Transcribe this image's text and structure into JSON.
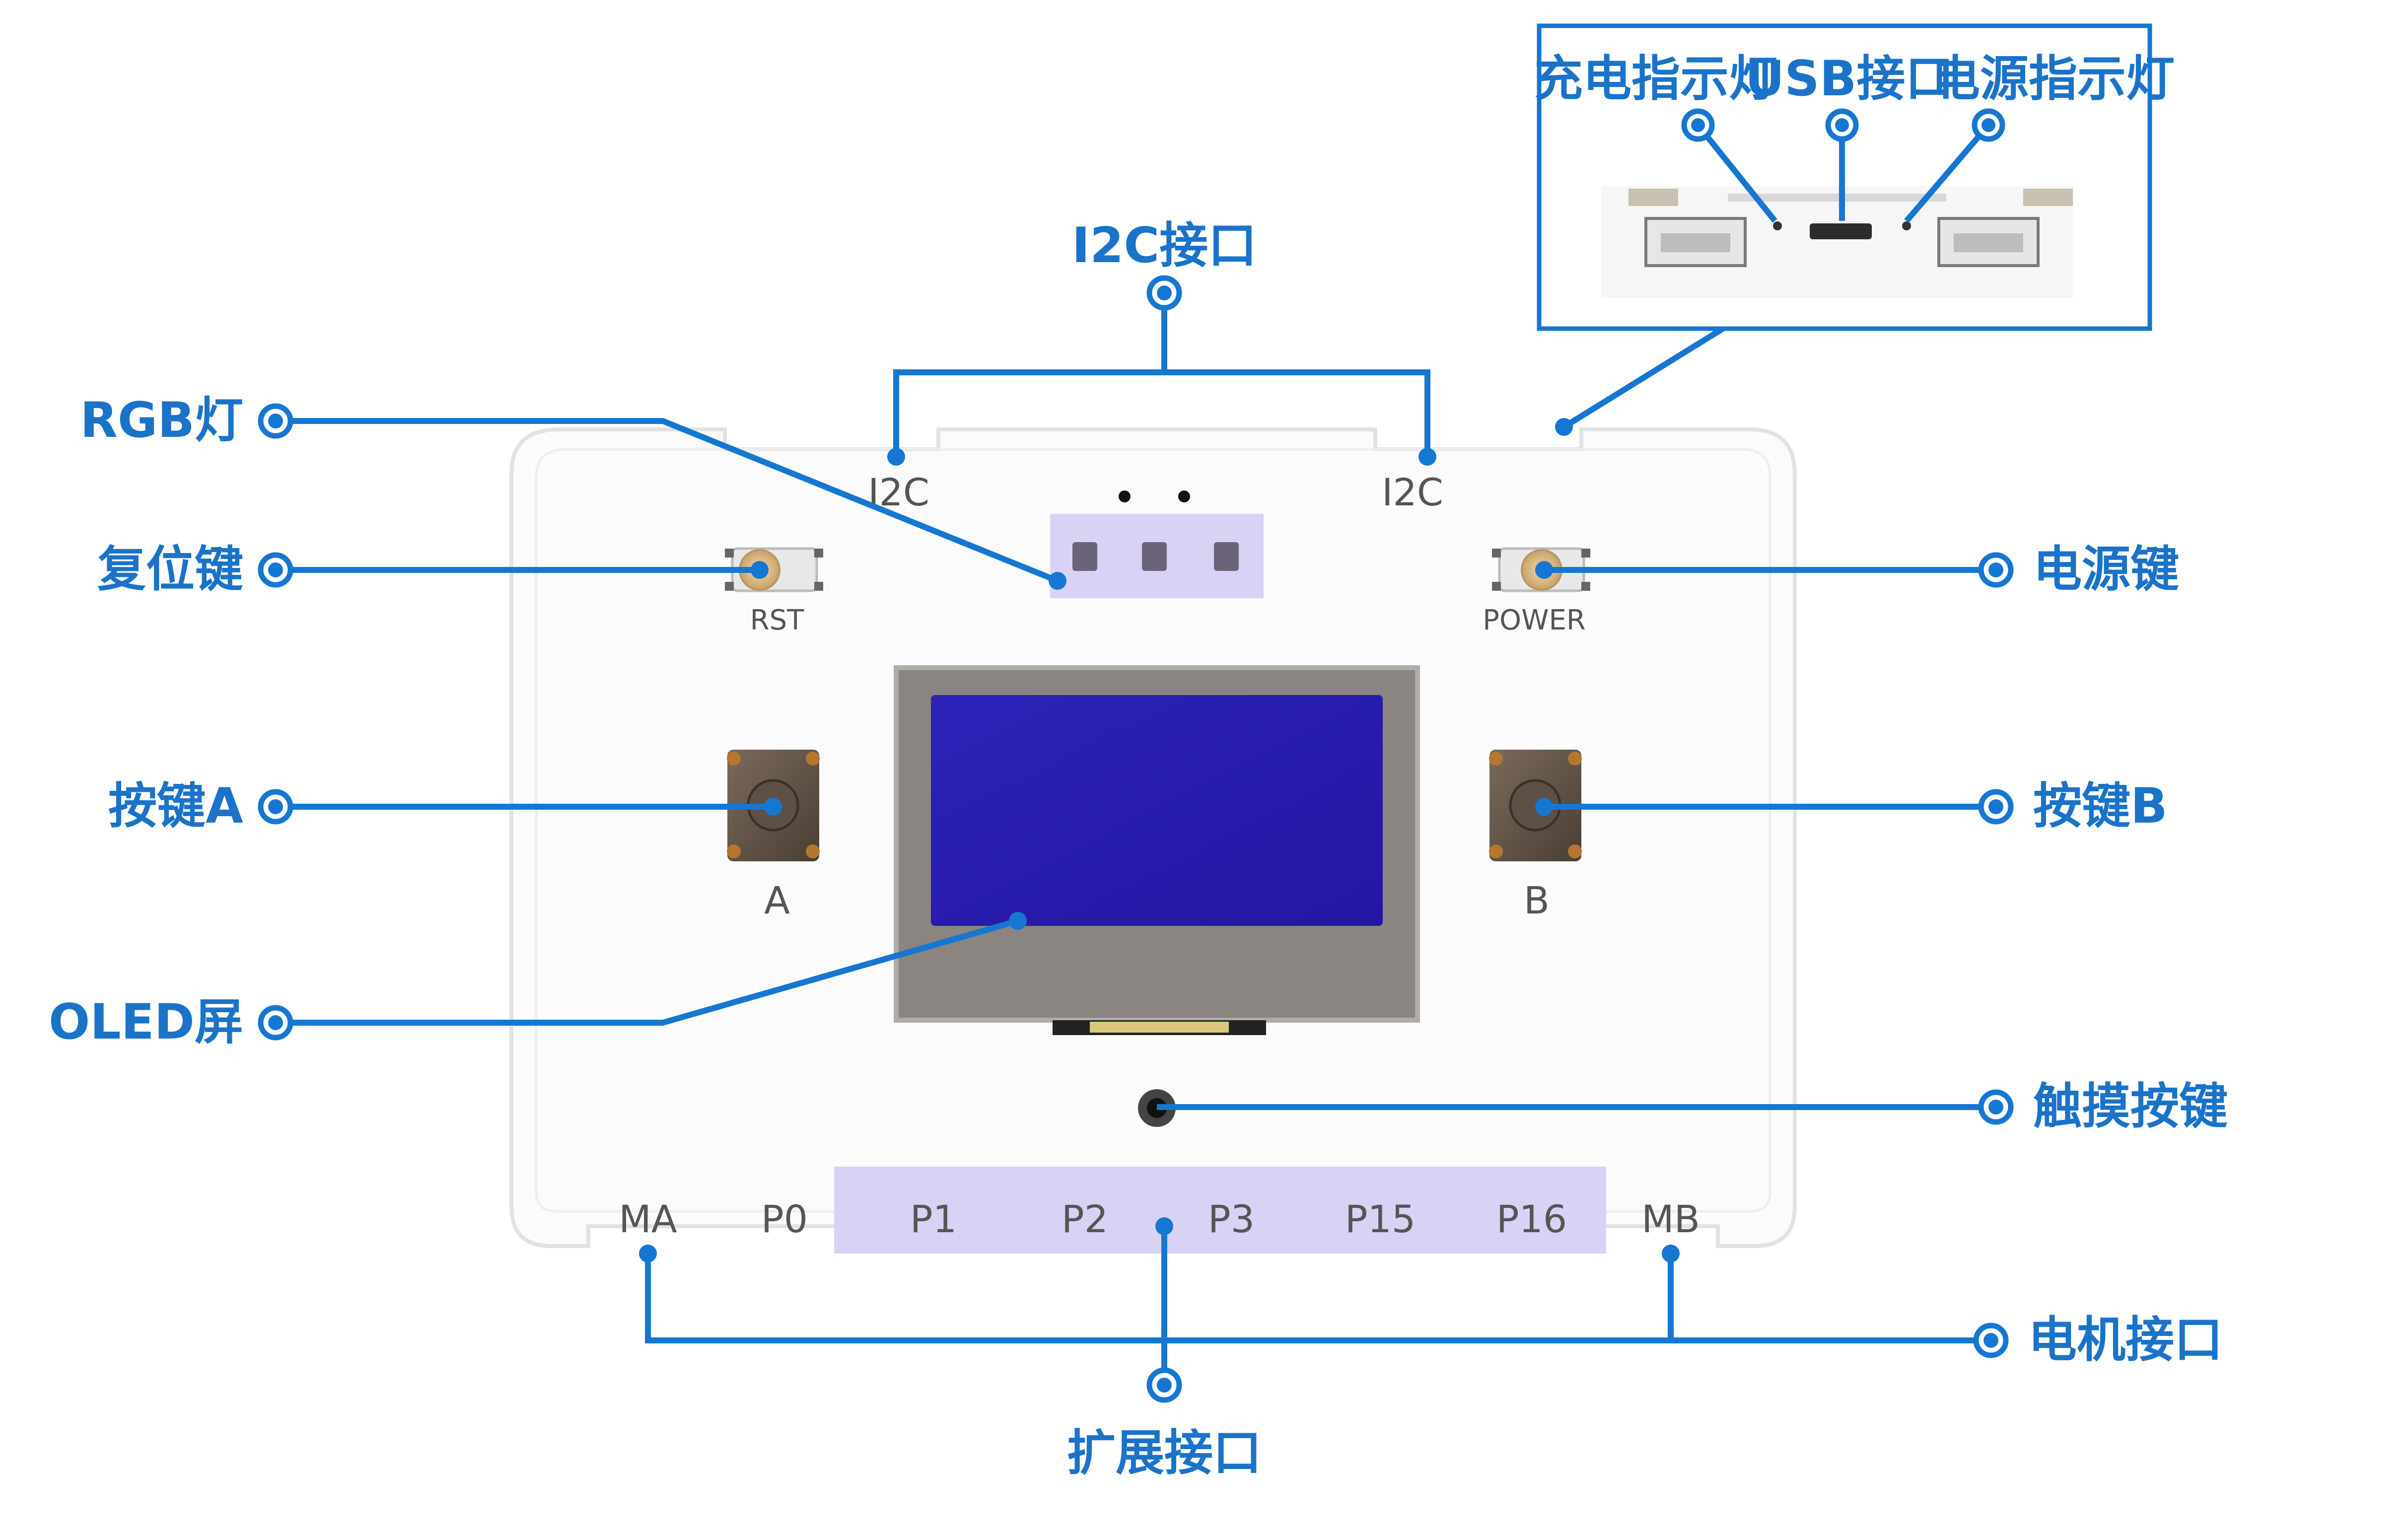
{
  "board": {
    "i2c_left": "I2C",
    "i2c_right": "I2C",
    "rst": "RST",
    "power": "POWER",
    "button_a": "A",
    "button_b": "B",
    "ports": [
      "MA",
      "P0",
      "P1",
      "P2",
      "P3",
      "P15",
      "P16",
      "MB"
    ]
  },
  "callouts": {
    "i2c_interface": "I2C接口",
    "rgb_light": "RGB灯",
    "reset_key": "复位键",
    "key_a": "按键A",
    "oled_screen": "OLED屏",
    "power_key": "电源键",
    "key_b": "按键B",
    "touch_key": "触摸按键",
    "motor_interface": "电机接口",
    "expansion_interface": "扩展接口"
  },
  "inset": {
    "charge_led": "充电指示灯",
    "usb_port": "USB接口",
    "power_led": "电源指示灯"
  },
  "colors": {
    "callout_blue": "#1577d1",
    "oled_blue": "#2a1fb3",
    "highlight_lavender": "#d8d2f5"
  }
}
